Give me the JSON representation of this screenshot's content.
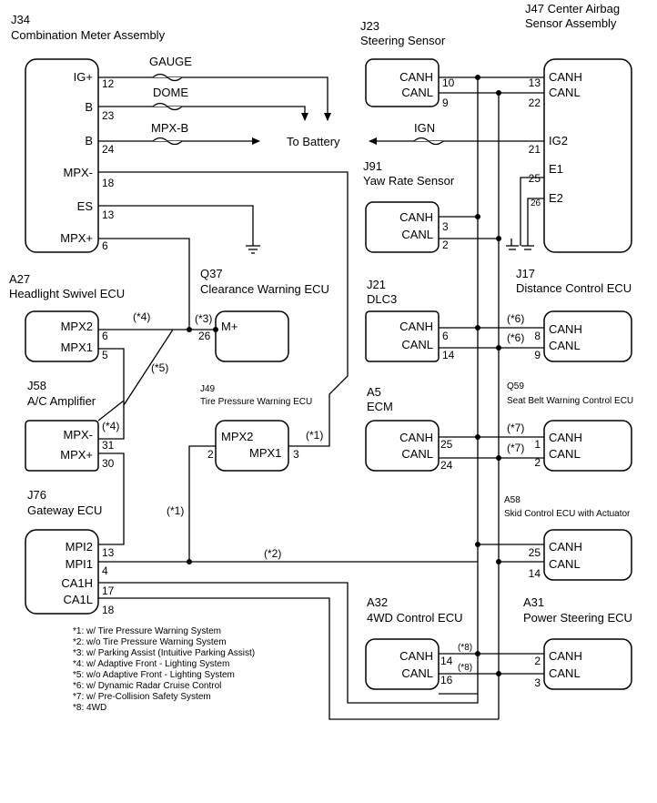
{
  "components": {
    "j34": {
      "code": "J34",
      "name": "Combination Meter Assembly",
      "pins": [
        "IG+",
        "B",
        "B",
        "MPX-",
        "ES",
        "MPX+"
      ],
      "pin_nums": [
        "12",
        "23",
        "24",
        "18",
        "13",
        "6"
      ]
    },
    "j23": {
      "code": "J23",
      "name": "Steering Sensor",
      "pins": [
        "CANH",
        "CANL"
      ],
      "pin_nums": [
        "10",
        "9"
      ]
    },
    "j47": {
      "code": "J47 Center Airbag",
      "name": "Sensor Assembly",
      "pins": [
        "CANH",
        "CANL",
        "IG2",
        "E1",
        "E2"
      ],
      "pin_nums": [
        "13",
        "22",
        "21",
        "25",
        "26"
      ]
    },
    "j91": {
      "code": "J91",
      "name": "Yaw Rate Sensor",
      "pins": [
        "CANH",
        "CANL"
      ],
      "pin_nums": [
        "3",
        "2"
      ]
    },
    "a27": {
      "code": "A27",
      "name": "Headlight Swivel ECU",
      "pins": [
        "MPX2",
        "MPX1"
      ],
      "pin_nums": [
        "6",
        "5"
      ]
    },
    "q37": {
      "code": "Q37",
      "name": "Clearance Warning ECU",
      "pins": [
        "M+"
      ],
      "pin_nums": [
        "26"
      ]
    },
    "j21": {
      "code": "J21",
      "name": "DLC3",
      "pins": [
        "CANH",
        "CANL"
      ],
      "pin_nums": [
        "6",
        "14"
      ]
    },
    "j17": {
      "code": "J17",
      "name": "Distance Control ECU",
      "pins": [
        "CANH",
        "CANL"
      ],
      "pin_nums": [
        "8",
        "9"
      ]
    },
    "j58": {
      "code": "J58",
      "name": "A/C Amplifier",
      "pins": [
        "MPX-",
        "MPX+"
      ],
      "pin_nums": [
        "31",
        "30"
      ]
    },
    "j49": {
      "code": "J49",
      "name": "Tire Pressure Warning ECU",
      "pins": [
        "MPX2",
        "MPX1"
      ],
      "pin_nums": [
        "2",
        "3"
      ]
    },
    "a5": {
      "code": "A5",
      "name": "ECM",
      "pins": [
        "CANH",
        "CANL"
      ],
      "pin_nums": [
        "25",
        "24"
      ]
    },
    "q59": {
      "code": "Q59",
      "name": "Seat Belt Warning Control ECU",
      "pins": [
        "CANH",
        "CANL"
      ],
      "pin_nums": [
        "1",
        "2"
      ]
    },
    "j76": {
      "code": "J76",
      "name": "Gateway ECU",
      "pins": [
        "MPI2",
        "MPI1",
        "CA1H",
        "CA1L"
      ],
      "pin_nums": [
        "13",
        "4",
        "17",
        "18"
      ]
    },
    "a58": {
      "code": "A58",
      "name": "Skid Control ECU with Actuator",
      "pins": [
        "CANH",
        "CANL"
      ],
      "pin_nums": [
        "25",
        "14"
      ]
    },
    "a32": {
      "code": "A32",
      "name": "4WD Control ECU",
      "pins": [
        "CANH",
        "CANL"
      ],
      "pin_nums": [
        "14",
        "16"
      ]
    },
    "a31": {
      "code": "A31",
      "name": "Power Steering ECU",
      "pins": [
        "CANH",
        "CANL"
      ],
      "pin_nums": [
        "2",
        "3"
      ]
    }
  },
  "fuses": {
    "gauge": "GAUGE",
    "dome": "DOME",
    "mpxb": "MPX-B",
    "ign": "IGN"
  },
  "labels": {
    "to_battery": "To Battery"
  },
  "tags": {
    "s1": "(*1)",
    "s2": "(*2)",
    "s3": "(*3)",
    "s4": "(*4)",
    "s5": "(*5)",
    "s6": "(*6)",
    "s7": "(*7)",
    "s8": "(*8)"
  },
  "notes": [
    "*1: w/ Tire Pressure Warning System",
    "*2: w/o Tire Pressure Warning System",
    "*3: w/ Parking Assist (Intuitive Parking Assist)",
    "*4: w/ Adaptive Front - Lighting System",
    "*5: w/o Adaptive Front - Lighting System",
    "*6: w/ Dynamic Radar Cruise Control",
    "*7: w/ Pre-Collision Safety System",
    "*8: 4WD"
  ]
}
